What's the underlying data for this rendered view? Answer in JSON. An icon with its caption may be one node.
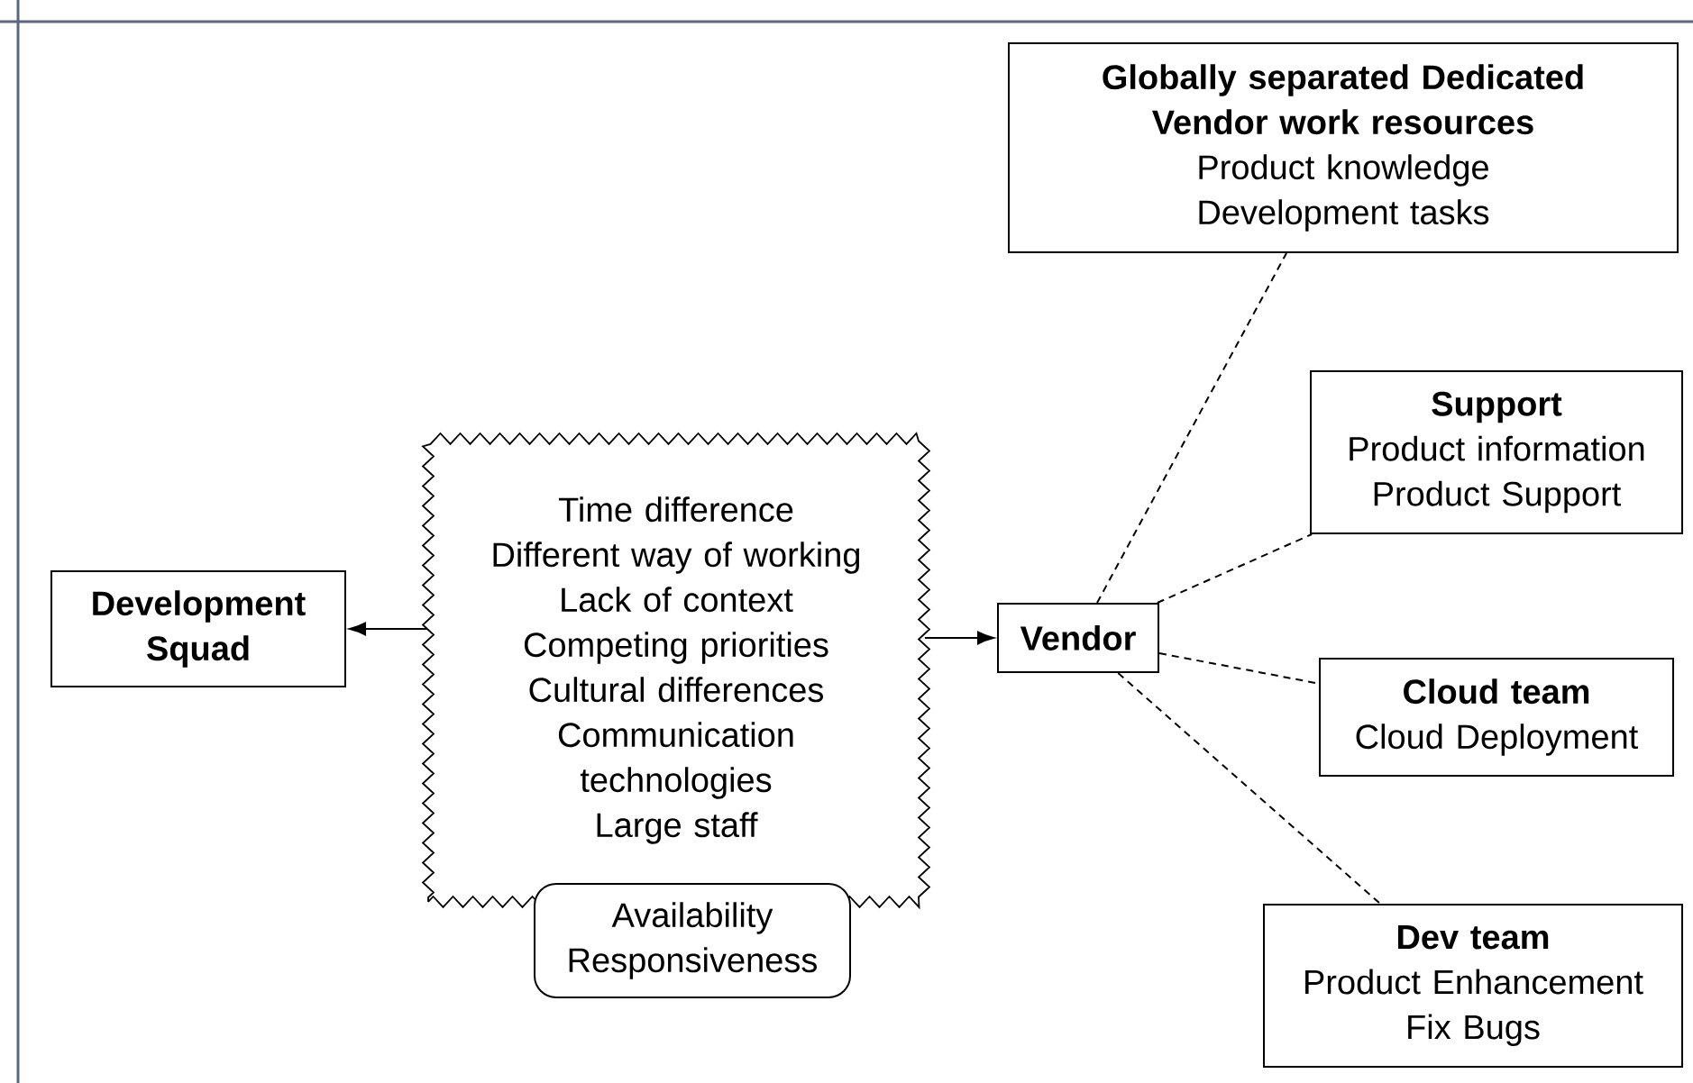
{
  "diagram": {
    "nodes": [
      {
        "text": [
          "Development Squad"
        ]
      },
      {
        "text": [
          "Time difference",
          "Different way of working",
          "Lack of context",
          "Competing priorities",
          "Cultural differences",
          "Communication technologies",
          "Large staff"
        ]
      },
      {
        "text": [
          "Availability Responsiveness"
        ]
      },
      {
        "text": [
          "Vendor"
        ]
      },
      {
        "text": [
          "Globally separated Dedicated Vendor work resources",
          "Product knowledge",
          "Development tasks"
        ]
      },
      {
        "text": [
          "Support",
          "Product information",
          "Product Support"
        ]
      },
      {
        "text": [
          "Cloud team",
          "Cloud Deployment"
        ]
      },
      {
        "text": [
          "Dev team",
          "Product Enhancement",
          "Fix Bugs"
        ]
      }
    ],
    "edges": [
      {
        "from": 1,
        "to": 0,
        "arrow": "to"
      },
      {
        "from": 1,
        "to": 3,
        "arrow": "to"
      },
      {
        "from": 3,
        "to": 4,
        "arrow": "none",
        "style": "dashed"
      },
      {
        "from": 3,
        "to": 5,
        "arrow": "none",
        "style": "dashed"
      },
      {
        "from": 3,
        "to": 6,
        "arrow": "none",
        "style": "dashed"
      },
      {
        "from": 3,
        "to": 7,
        "arrow": "none",
        "style": "dashed"
      }
    ]
  }
}
